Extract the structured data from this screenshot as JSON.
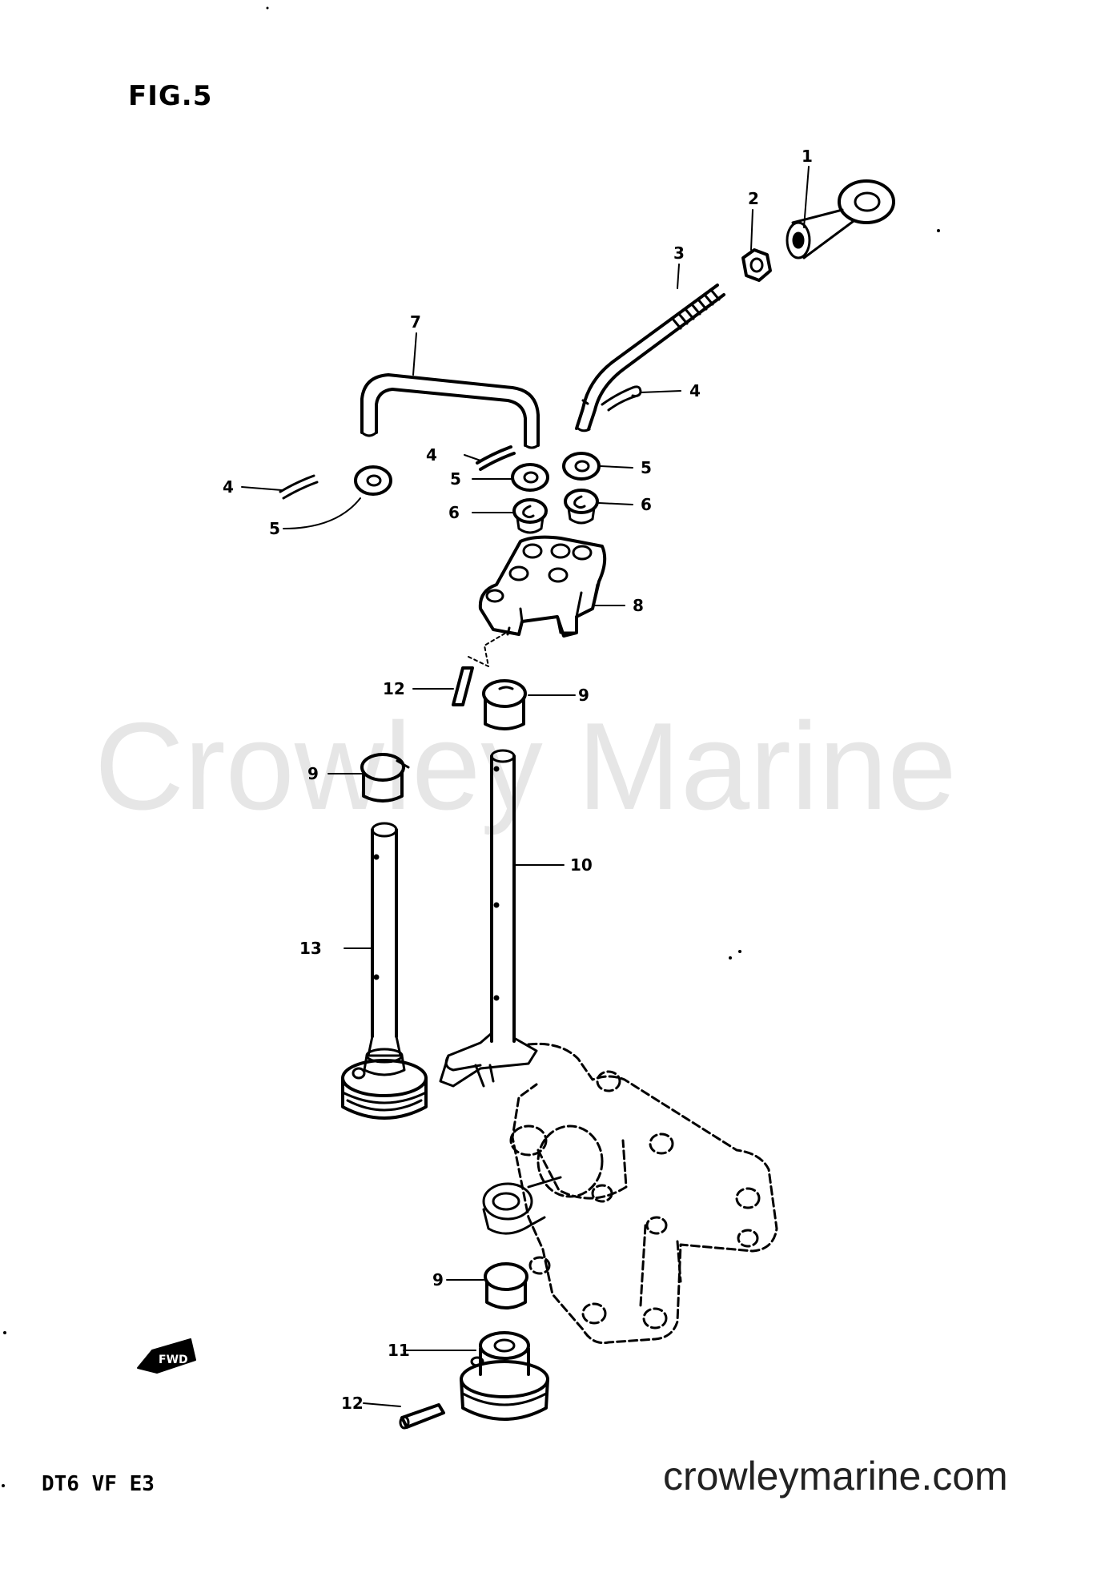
{
  "figure_title": "FIG.5",
  "model_code": "DT6 VF E3",
  "watermark": "Crowley Marine",
  "site_url": "crowleymarine.com",
  "fwd_label": "FWD",
  "callouts": {
    "c1": "1",
    "c2": "2",
    "c3": "3",
    "c4a": "4",
    "c4b": "4",
    "c4c": "4",
    "c5a": "5",
    "c5b": "5",
    "c5c": "5",
    "c6a": "6",
    "c6b": "6",
    "c7": "7",
    "c8": "8",
    "c9a": "9",
    "c9b": "9",
    "c9c": "9",
    "c10": "10",
    "c11": "11",
    "c12a": "12",
    "c12b": "12",
    "c13": "13"
  }
}
